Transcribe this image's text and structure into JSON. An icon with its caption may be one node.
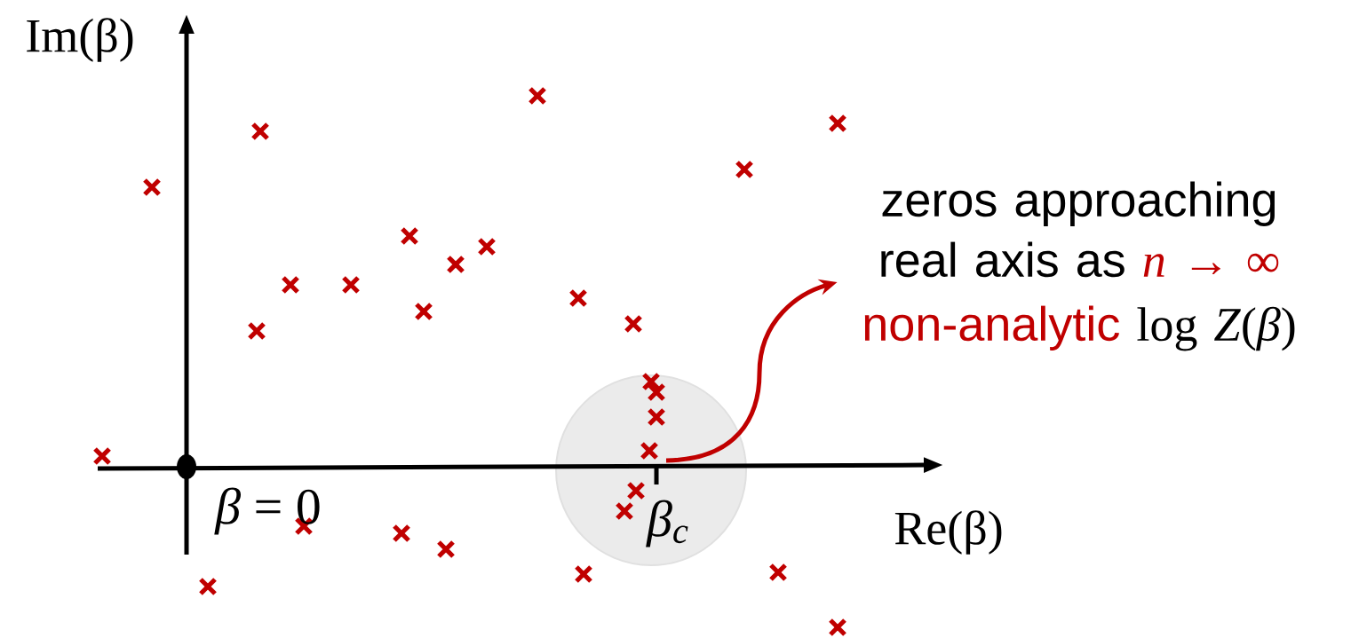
{
  "diagram": {
    "nodes": [
      {
        "text": [],
        "shape": "circle"
      },
      {
        "text": [
          "zeros approaching real axis as",
          "*n* → ∞",
          "non-analytic",
          "log *Z*(*β*)"
        ]
      }
    ],
    "edges": [
      {
        "from": 0,
        "to": 1,
        "arrow": "to"
      }
    ],
    "labels": [
      "Im(β)",
      "Re(β)",
      "*β* = 0",
      "β$_{c}$"
    ]
  }
}
